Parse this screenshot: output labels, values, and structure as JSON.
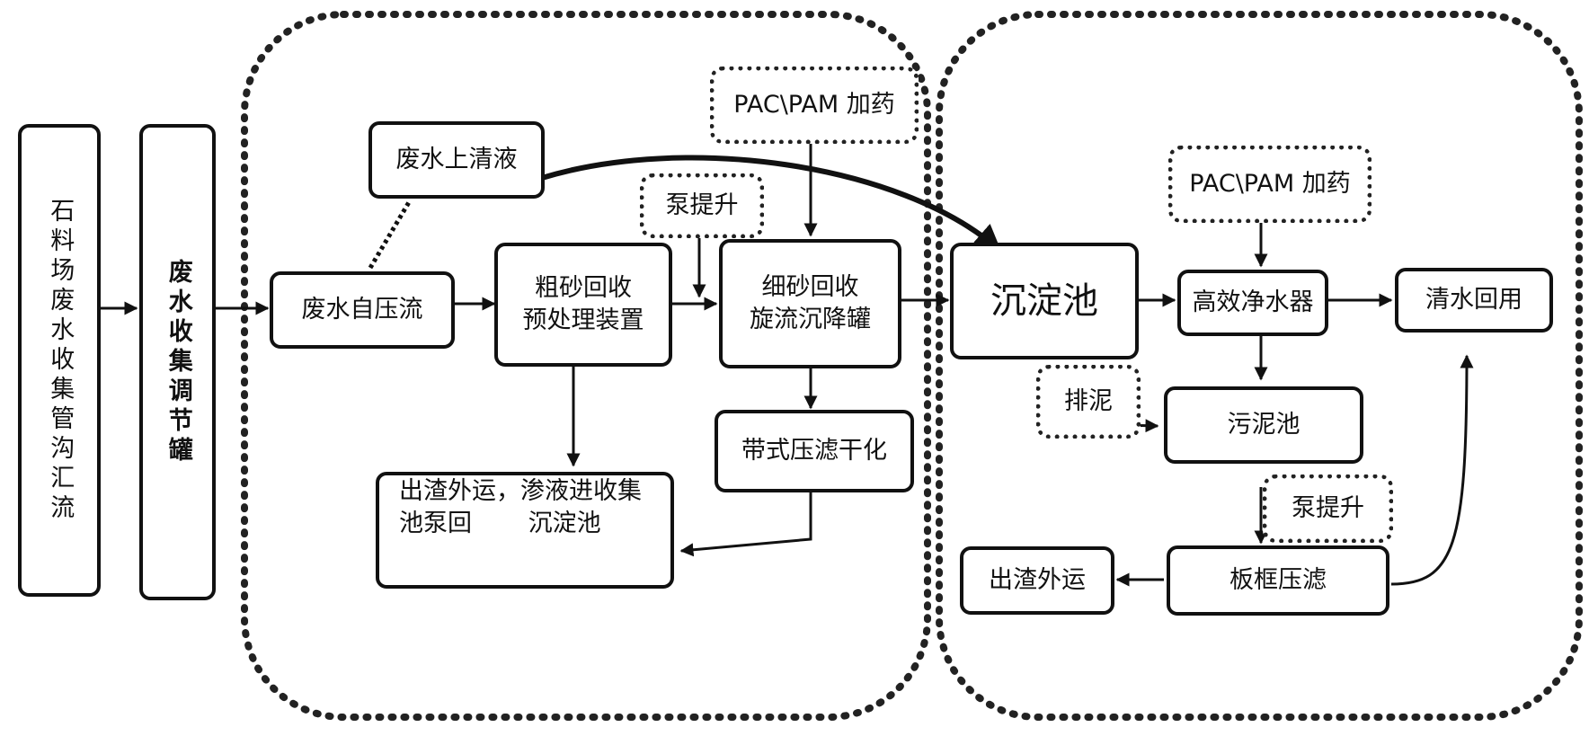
{
  "nodes": {
    "stone_yard": "石料场废水收集管沟汇流",
    "collect_tank": "废水收集调节罐",
    "self_flow": "废水自压流",
    "supernatant": "废水上清液",
    "coarse_l1": "粗砂回收",
    "coarse_l2": "预处理装置",
    "pump1": "泵提升",
    "dosing1": "PAC\\PAM 加药",
    "fine_l1": "细砂回收",
    "fine_l2": "旋流沉降罐",
    "belt_press": "带式压滤干化",
    "slag1_l1": "出渣外运，渗液进收集",
    "slag1_l2": "池泵回 　　沉淀池",
    "sed_tank": "沉淀池",
    "dosing2": "PAC\\PAM 加药",
    "purifier": "高效净水器",
    "reuse": "清水回用",
    "discharge": "排泥",
    "sludge_tank": "污泥池",
    "pump2": "泵提升",
    "plate_press": "板框压滤",
    "slag2": "出渣外运"
  }
}
